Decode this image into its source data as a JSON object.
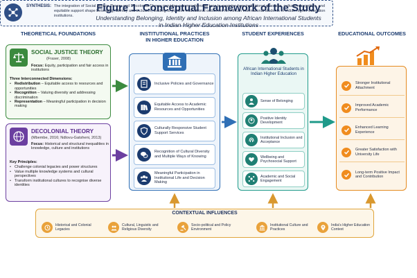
{
  "header": {
    "title": "Figure 1. Conceptual Framework of the Study",
    "subtitle_line1": "Understanding Belonging, Identity and Inclusion among African International Students",
    "subtitle_line2": "in Indian Higher Education Institutions"
  },
  "columns": {
    "theoretical": "THEORETICAL FOUNDATIONS",
    "institutional_line1": "INSTITUTIONAL PRACTICES",
    "institutional_line2": "IN HIGHER EDUCATION",
    "student": "STUDENT EXPERIENCES",
    "outcomes": "EDUCATIONAL OUTCOMES"
  },
  "social_justice": {
    "title": "SOCIAL JUSTICE THEORY",
    "cite": "(Fraser, 2008)",
    "focus_label": "Focus:",
    "focus_text": "Equity, participation and fair access in institutions",
    "dims_label": "Three Interconnected Dimensions:",
    "dims": [
      {
        "term": "Redistribution",
        "text": " – Equitable access to resources and opportunities"
      },
      {
        "term": "Recognition",
        "text": " – Valuing diversity and addressing discrimination"
      },
      {
        "term": "Representation",
        "text": " – Meaningful participation in decision making"
      }
    ],
    "icon": "scales-icon",
    "color": "#3b8a3e"
  },
  "decolonial": {
    "title": "DECOLONIAL THEORY",
    "cite": "(Mbembe, 2016; Ndlovu-Gatsheni, 2013)",
    "focus_label": "Focus:",
    "focus_text": "Historical and structural inequalities in knowledge, culture and institutions",
    "principles_label": "Key Principles:",
    "principles": [
      "Challenge colonial legacies and power structures",
      "Value multiple knowledge systems and cultural perspectives",
      "Transform institutional cultures to recognise diverse identities"
    ],
    "icon": "globe-icon",
    "color": "#6b3fa0"
  },
  "institutional": {
    "icon": "institution-building-icon",
    "items": [
      {
        "label": "Inclusive Policies and Governance",
        "icon": "policy-document-icon"
      },
      {
        "label": "Equitable Access to Academic Resources and Opportunities",
        "icon": "books-icon"
      },
      {
        "label": "Culturally Responsive Student Support Services",
        "icon": "support-shield-icon"
      },
      {
        "label": "Recognition of Cultural Diversity and Multiple Ways of Knowing",
        "icon": "chat-bubbles-icon"
      },
      {
        "label": "Meaningful Participation in Institutional Life and Decision Making",
        "icon": "group-icon"
      }
    ],
    "color": "#2f6fb5"
  },
  "student": {
    "icon": "students-group-icon",
    "heading": "African International Students in Indian Higher Education",
    "items": [
      {
        "label": "Sense of Belonging",
        "icon": "person-heart-icon"
      },
      {
        "label": "Positive Identity Development",
        "icon": "identity-person-icon"
      },
      {
        "label": "Institutional Inclusion and Acceptance",
        "icon": "fingerprint-icon"
      },
      {
        "label": "Wellbeing and Psychosocial Support",
        "icon": "heart-hands-icon"
      },
      {
        "label": "Academic and Social Engagement",
        "icon": "network-people-icon"
      }
    ],
    "color": "#1f9a8a"
  },
  "outcomes": {
    "icon": "growth-chart-icon",
    "items": [
      "Stronger Institutional Attachment",
      "Improved Academic Performance",
      "Enhanced Learning Experience",
      "Greater Satisfaction with University Life",
      "Long-term Positive Impact and Contribution"
    ],
    "check_icon": "check-circle-icon",
    "color": "#e58a1f"
  },
  "contextual": {
    "title": "CONTEXTUAL INFLUENCES",
    "items": [
      {
        "label": "Historical and Colonial Legacies",
        "icon": "history-icon"
      },
      {
        "label": "Cultural, Linguistic and Religious Diversity",
        "icon": "diversity-icon"
      },
      {
        "label": "Socio-political and Policy Environment",
        "icon": "policy-gavel-icon"
      },
      {
        "label": "Institutional Culture and Practices",
        "icon": "institution-culture-icon"
      },
      {
        "label": "India's Higher Education Context",
        "icon": "map-pin-icon"
      }
    ]
  },
  "synthesis": {
    "label": "SYNTHESIS:",
    "text": "The integration of Social Justice Theory and Decolonial Theory provides a comprehensive lens to examine how institutional practices, cultural recognition, and equitable support shape belonging, identity and inclusion, leading to positive educational outcomes for African international students in Indian higher education institutions.",
    "icon": "synthesis-network-icon"
  }
}
